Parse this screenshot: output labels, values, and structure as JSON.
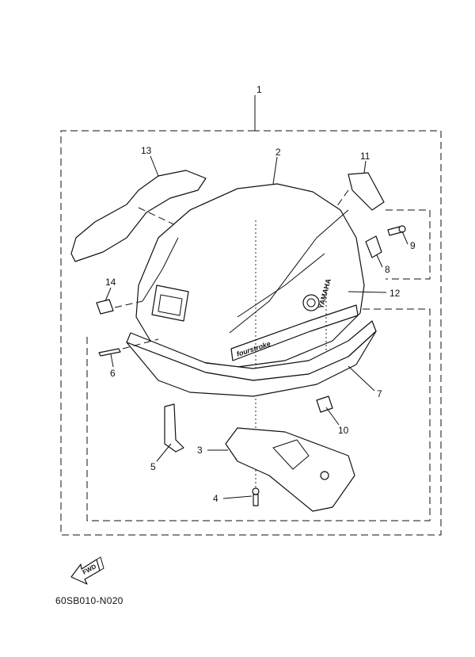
{
  "diagram": {
    "title": "Top Cowling parts diagram",
    "callouts": [
      "1",
      "2",
      "3",
      "4",
      "5",
      "6",
      "7",
      "8",
      "9",
      "10",
      "11",
      "12",
      "13",
      "14"
    ],
    "decals": {
      "brand": "YAMAHA",
      "model": "fourstroke"
    },
    "direction_arrow": "FWD",
    "drawing_code": "60SB010-N020"
  }
}
